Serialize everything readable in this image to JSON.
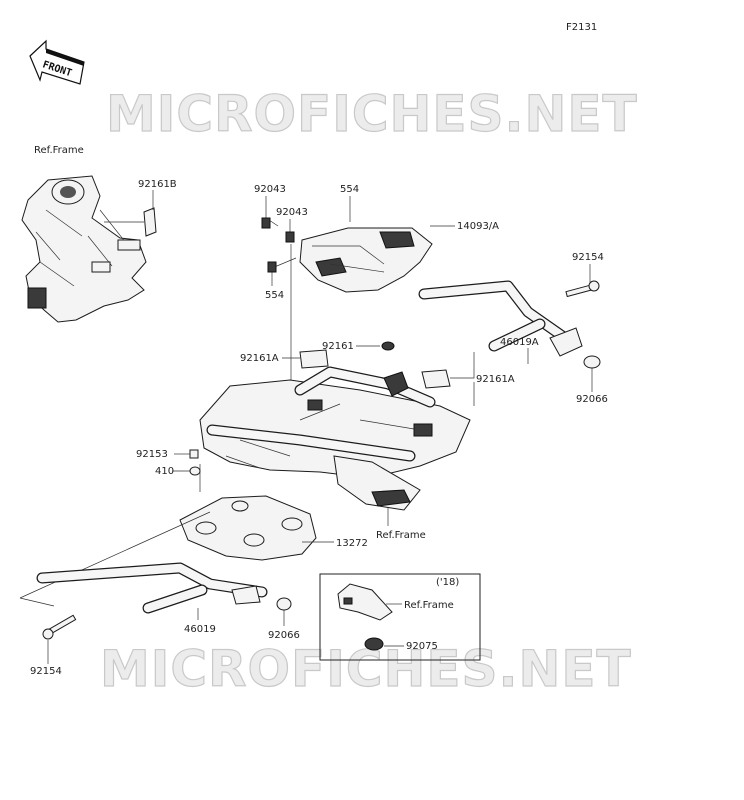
{
  "figure_code": "F2131",
  "front_arrow": "FRONT",
  "watermark": "MICROFICHES.NET",
  "inset_label": "('18)",
  "labels": {
    "ref_frame_top": "Ref.Frame",
    "p92161B": "92161B",
    "p92043_a": "92043",
    "p92043_b": "92043",
    "p554_top": "554",
    "p554_bottom": "554",
    "p14093A": "14093/A",
    "p92154_top": "92154",
    "p46019A": "46019A",
    "p92066_right": "92066",
    "p92161_mid": "92161",
    "p92161A_left": "92161A",
    "p92161A_right": "92161A",
    "p92153": "92153",
    "p410": "410",
    "p13272": "13272",
    "ref_frame_mid": "Ref.Frame",
    "p46019": "46019",
    "p92066_left": "92066",
    "p92154_bottom": "92154",
    "ref_frame_inset": "Ref.Frame",
    "p92075": "92075"
  }
}
